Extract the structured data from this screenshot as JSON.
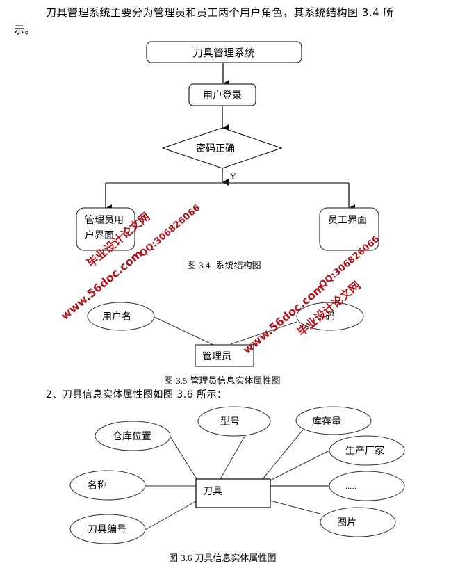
{
  "intro": {
    "line1": "刀具管理系统主要分为管理员和员工两个用户角色，其系统结构图 3.4 所",
    "line2": "示。"
  },
  "figure_3_4": {
    "nodes": {
      "system": "刀具管理系统",
      "login": "用户登录",
      "decision": "密码正确",
      "yes_label": "Y",
      "admin_ui_line1": "管理员用",
      "admin_ui_line2": "户界面",
      "staff_ui": "员工界面"
    },
    "caption_prefix": "图",
    "caption_num": "3.4",
    "caption_text": "系统结构图"
  },
  "figure_3_5": {
    "entity": "管理员",
    "attributes": [
      "用户名",
      "码"
    ],
    "caption_prefix": "图",
    "caption_num": "3.5",
    "caption_text": "管理员信息实体属性图"
  },
  "section_2": {
    "text": "2、刀具信息实体属性图如图 3.6 所示："
  },
  "figure_3_6": {
    "entity": "刀具",
    "attributes": {
      "warehouse_location": "仓库位置",
      "model": "型号",
      "stock": "库存量",
      "manufacturer": "生产厂家",
      "name": "名称",
      "more": ".....",
      "tool_number": "刀具编号",
      "image": "图片"
    },
    "caption_prefix": "图",
    "caption_num": "3.6",
    "caption_text": "刀具信息实体属性图"
  },
  "watermarks": {
    "site_name": "毕业设计论文网",
    "url": "www.56doc.com",
    "qq": "QQ:306826066",
    "color": "#b0141c"
  }
}
